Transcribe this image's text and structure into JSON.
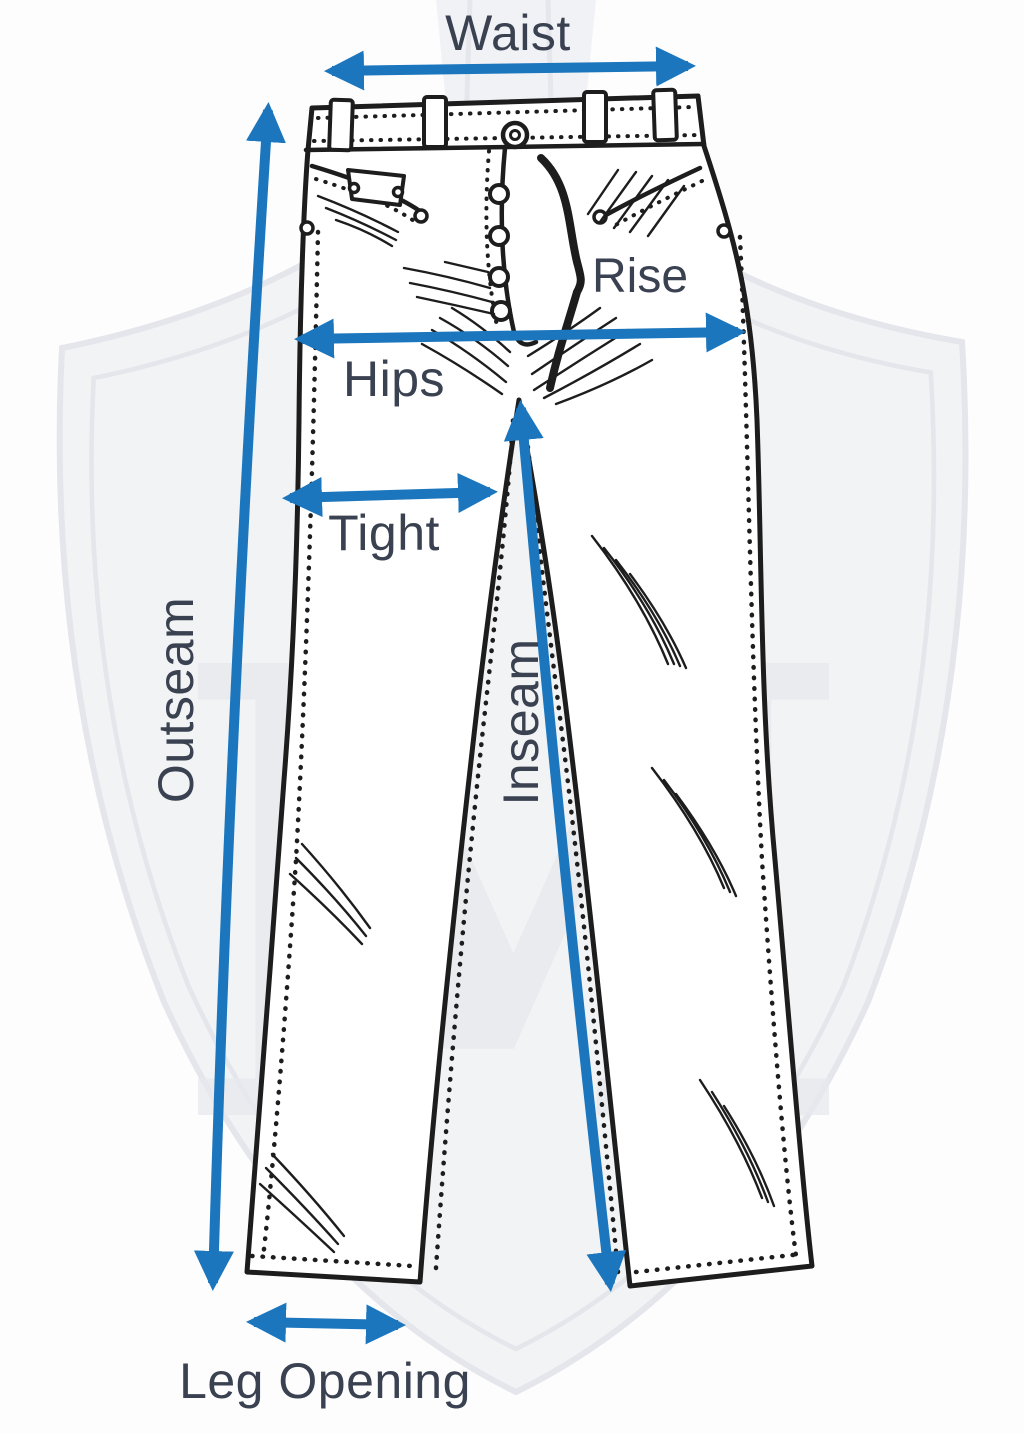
{
  "labels": {
    "waist": "Waist",
    "rise": "Rise",
    "hips": "Hips",
    "tight": "Tight",
    "outseam": "Outseam",
    "inseam": "Inseam",
    "leg_opening": "Leg Opening"
  },
  "watermark": {
    "monogram": "M"
  },
  "colors": {
    "arrow": "#1b76bd",
    "text": "#3a4150",
    "line": "#1d1d1d",
    "watermark": "#e7e9ee"
  }
}
